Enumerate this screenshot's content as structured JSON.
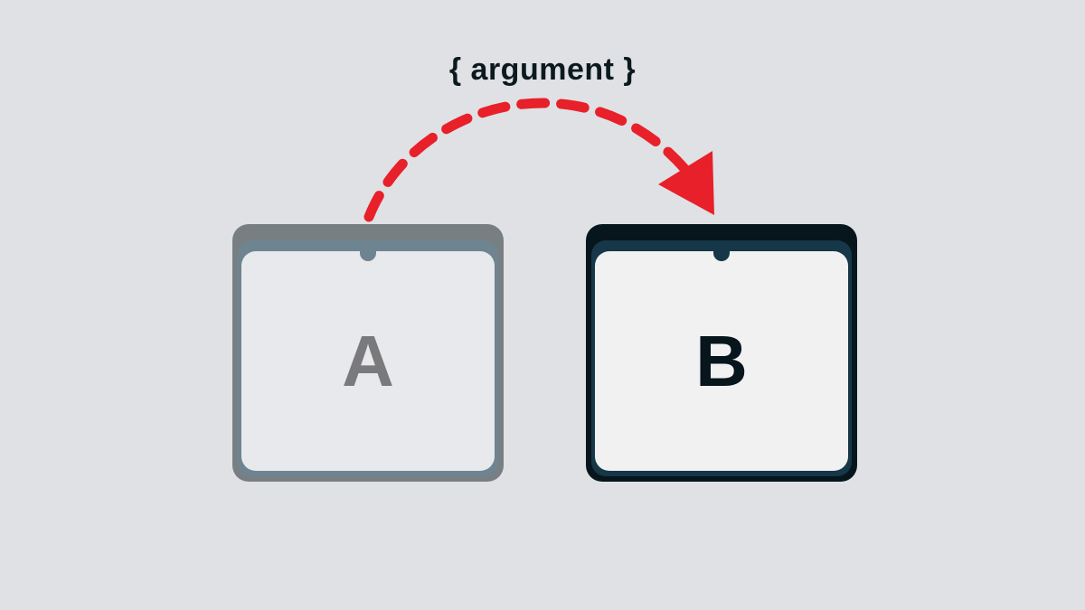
{
  "diagram": {
    "argument_label": "{ argument }",
    "source_box": {
      "label": "A"
    },
    "target_box": {
      "label": "B"
    },
    "arrow": {
      "style": "dashed",
      "color": "#e8202a"
    }
  }
}
